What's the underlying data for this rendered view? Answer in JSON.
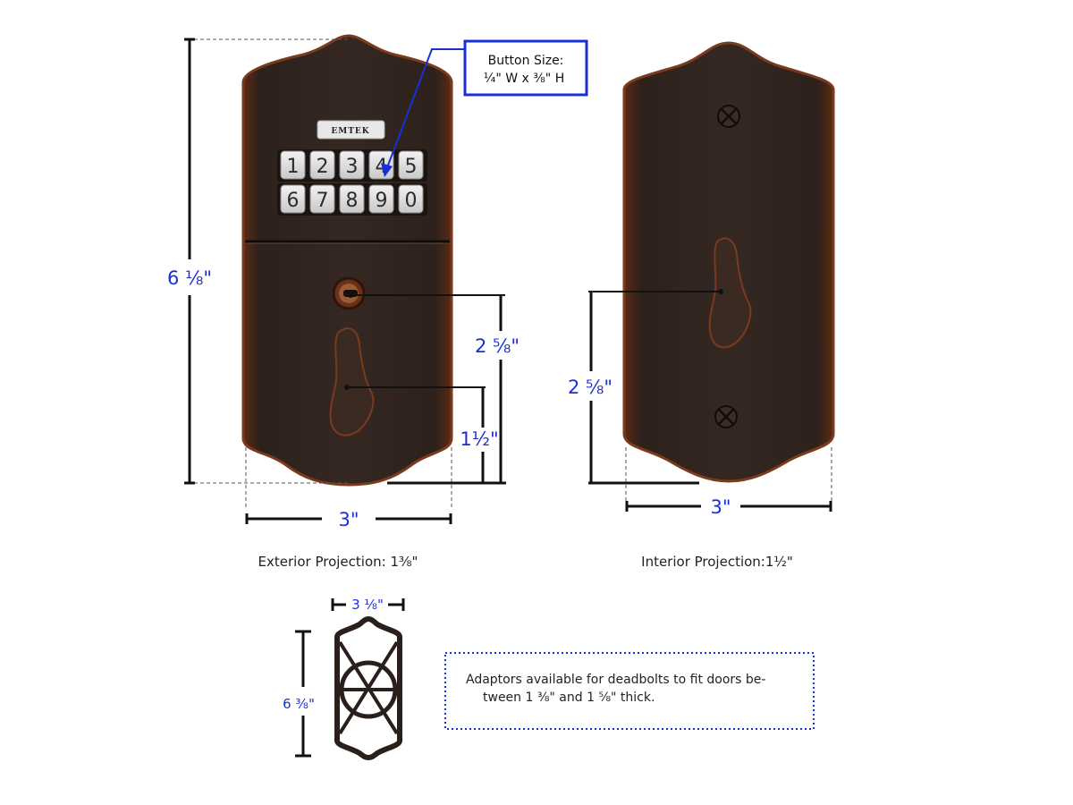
{
  "exterior": {
    "brand": "EMTEK",
    "keys_top": [
      "1",
      "2",
      "3",
      "4",
      "5"
    ],
    "keys_bottom": [
      "6",
      "7",
      "8",
      "9",
      "0"
    ],
    "height_label": "6 ⅛\"",
    "width_label": "3\"",
    "keyhole_to_bottom_label": "2 ⅝\"",
    "turn_to_bottom_label": "1½\"",
    "projection_caption": "Exterior Projection: 1⅜\""
  },
  "callout": {
    "line1": "Button Size:",
    "line2": "¼\" W x ⅜\" H"
  },
  "interior": {
    "turn_to_bottom_label": "2 ⅝\"",
    "width_label": "3\"",
    "projection_caption": "Interior Projection:1½\""
  },
  "adaptor": {
    "width_label": "3 ⅛\"",
    "height_label": "6 ⅜\""
  },
  "note": {
    "line1": "Adaptors available for deadbolts to fit doors be-",
    "line2": "tween 1 ⅜\" and 1 ⅝\" thick."
  },
  "colors": {
    "bronze_dark": "#2a1f1a",
    "bronze_edge": "#7a3a1e",
    "dimension_blue": "#1a2fd6",
    "callout_border": "#1a2fd6"
  }
}
